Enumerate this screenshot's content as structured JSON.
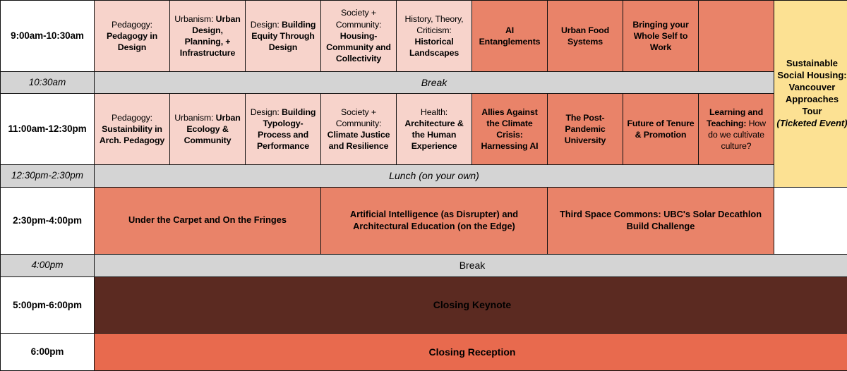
{
  "schedule": {
    "columns": 10,
    "colors": {
      "light_pink": "#F7D3CB",
      "salmon": "#E98369",
      "yellow": "#FCE193",
      "break_gray": "#D4D4D4",
      "keynote_brown": "#5B2A21",
      "reception_orange": "#E86A4E"
    },
    "rows": [
      {
        "time": "9:00am-10:30am",
        "type": "sessions",
        "sessions": [
          {
            "track": "Pedagogy:",
            "title": "Pedagogy in Design",
            "style": "pink"
          },
          {
            "track": "Urbanism:",
            "title": "Urban Design, Planning, + Infrastructure",
            "style": "pink"
          },
          {
            "track": "Design:",
            "title": "Building Equity Through Design",
            "style": "pink"
          },
          {
            "track": "Society + Community:",
            "title": "Housing-Community and Collectivity",
            "style": "pink"
          },
          {
            "track": "History, Theory, Criticism:",
            "title": "Historical Landscapes",
            "style": "pink"
          },
          {
            "track": "",
            "title": "AI Entanglements",
            "style": "salmon"
          },
          {
            "track": "",
            "title": "Urban Food Systems",
            "style": "salmon"
          },
          {
            "track": "",
            "title": "Bringing your Whole Self to Work",
            "style": "salmon"
          },
          {
            "track": "",
            "title": "",
            "style": "salmon"
          }
        ]
      },
      {
        "time": "10:30am",
        "type": "break",
        "label": "Break",
        "italic": true
      },
      {
        "time": "11:00am-12:30pm",
        "type": "sessions",
        "sessions": [
          {
            "track": "Pedagogy:",
            "title": "Sustainbility in Arch. Pedagogy",
            "style": "pink"
          },
          {
            "track": "Urbanism:",
            "title": "Urban Ecology & Community",
            "style": "pink"
          },
          {
            "track": "Design:",
            "title": "Building Typology-Process and Performance",
            "style": "pink"
          },
          {
            "track": "Society + Community:",
            "title": "Climate Justice and Resilience",
            "style": "pink"
          },
          {
            "track": "Health:",
            "title": "Architecture & the Human Experience",
            "style": "pink"
          },
          {
            "track": "",
            "title": "Allies Against the Climate Crisis: Harnessing AI",
            "style": "salmon"
          },
          {
            "track": "",
            "title": "The Post-Pandemic University",
            "style": "salmon"
          },
          {
            "track": "",
            "title": "Future of Tenure & Promotion",
            "style": "salmon"
          },
          {
            "track": "Learning and Teaching:",
            "title": "",
            "suffix": " How do we cultivate culture?",
            "style": "salmon"
          }
        ]
      },
      {
        "time": "12:30pm-2:30pm",
        "type": "break",
        "label": "Lunch (on your own)",
        "italic": true
      },
      {
        "time": "2:30pm-4:00pm",
        "type": "banners",
        "banners": [
          {
            "title": "Under the Carpet and On the Fringes",
            "span": 3
          },
          {
            "title": "Artificial Intelligence (as Disrupter) and Architectural Education (on the Edge)",
            "span": 3
          },
          {
            "title": "Third Space Commons: UBC's Solar Decathlon Build Challenge",
            "span": 3
          }
        ]
      },
      {
        "time": "4:00pm",
        "type": "break",
        "label": "Break",
        "italic": false
      },
      {
        "time": "5:00pm-6:00pm",
        "type": "keynote",
        "label": "Closing Keynote"
      },
      {
        "time": "6:00pm",
        "type": "reception",
        "label": "Closing Reception"
      }
    ],
    "tour": {
      "title": "Sustainable Social Housing: Vancouver Approaches Tour",
      "note": "(Ticketed Event)"
    }
  }
}
